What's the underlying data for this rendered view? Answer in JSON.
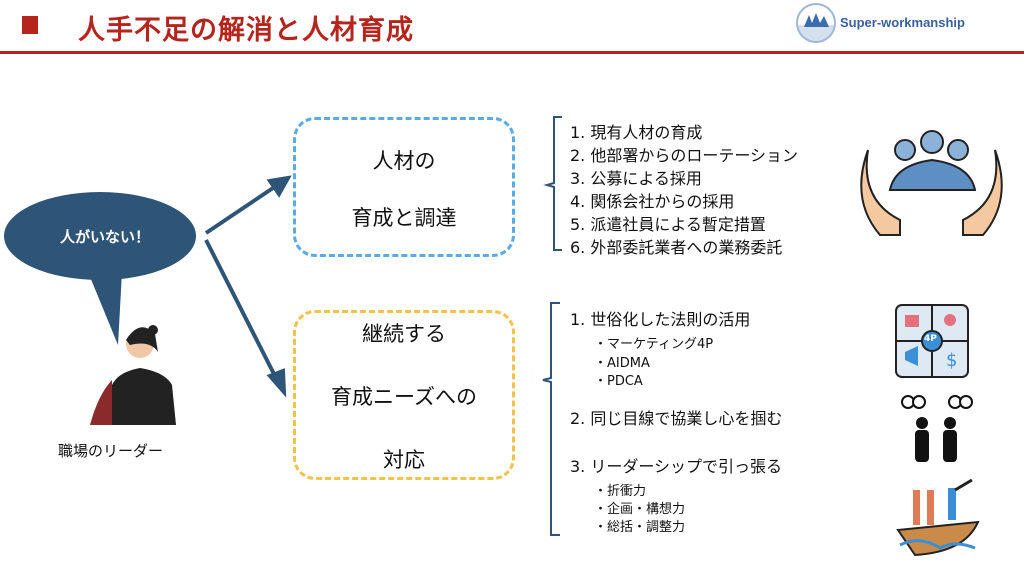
{
  "header": {
    "title": "人手不足の解消と人材育成",
    "logo_text": "Super-workmanship"
  },
  "bubble": {
    "text": "人がいない！"
  },
  "person_label": "職場のリーダー",
  "box1": {
    "lines": [
      "人材の",
      "育成と調達"
    ]
  },
  "box2": {
    "lines": [
      "継続する",
      "育成ニーズへの",
      "対応"
    ]
  },
  "list1": [
    "1.  現有人材の育成",
    "2.  他部署からのローテーション",
    "3.  公募による採用",
    "4.  関係会社からの採用",
    "5.  派遣社員による暫定措置",
    "6.  外部委託業者への業務委託"
  ],
  "list2": {
    "item1": "1.  世俗化した法則の活用",
    "item1_sub": [
      "・マーケティング4P",
      "・AIDMA",
      "・PDCA"
    ],
    "item2": "2. 同じ目線で協業し心を掴む",
    "item3": "3. リーダーシップで引っ張る",
    "item3_sub": [
      "・折衝力",
      "・企画・構想力",
      "・総括・調整力"
    ]
  },
  "icon_4p_label": "4P",
  "colors": {
    "title": "#b5251d",
    "navy": "#2e5577",
    "blue": "#5aaae6",
    "yellow": "#f2c14e"
  }
}
